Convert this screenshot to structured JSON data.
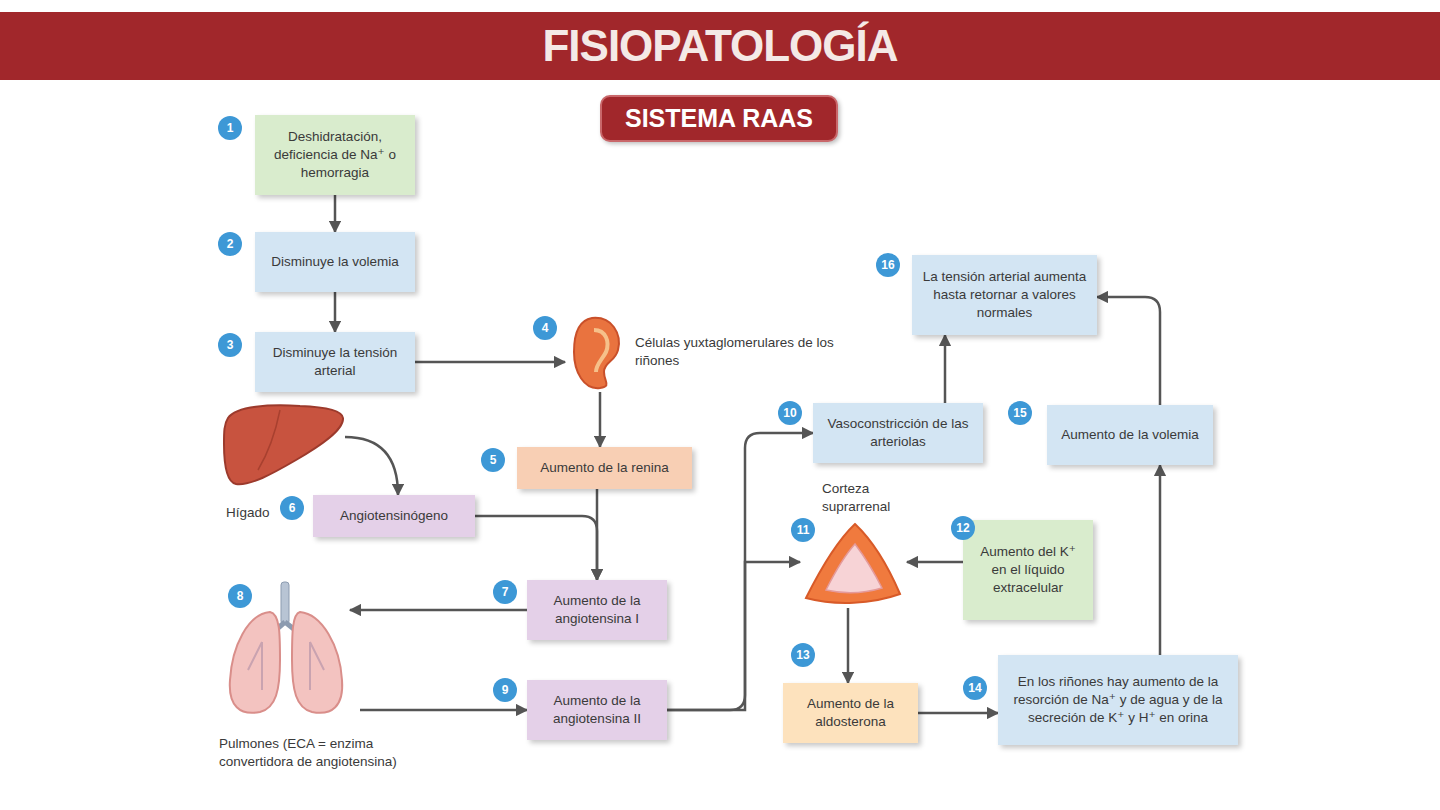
{
  "diagram": {
    "title": "FISIOPATOLOGÍA",
    "nodes": [
      {
        "text": [
          "SISTEMA RAAS"
        ]
      },
      {
        "text": [
          "Deshidratación, deficiencia de Na⁺ o hemorragia"
        ]
      },
      {
        "text": [
          "Disminuye la volemia"
        ]
      },
      {
        "text": [
          "Disminuye la tensión arterial"
        ]
      },
      {
        "text": [
          "Células yuxtaglomerulares de los riñones"
        ]
      },
      {
        "text": [
          "Aumento de la renina"
        ]
      },
      {
        "text": [
          "Hígado"
        ]
      },
      {
        "text": [
          "Angiotensinógeno"
        ]
      },
      {
        "text": [
          "Aumento de la angiotensina I"
        ]
      },
      {
        "text": [
          "Pulmones (ECA = enzima convertidora de angiotensina)"
        ]
      },
      {
        "text": [
          "Aumento de la angiotensina II"
        ]
      },
      {
        "text": [
          "La tensión arterial aumenta hasta retornar a valores normales"
        ]
      },
      {
        "text": [
          "Vasoconstricción de las arteriolas"
        ]
      },
      {
        "text": [
          "Aumento de la volemia"
        ]
      },
      {
        "text": [
          "Corteza suprarrenal"
        ]
      },
      {
        "text": [
          "Aumento del K⁺ en el líquido extracelular"
        ]
      },
      {
        "text": [
          "Aumento de la aldosterona"
        ]
      },
      {
        "text": [
          "En los riñones hay aumento de la resorción de Na⁺ y de agua y de la secreción de K⁺ y H⁺ en orina"
        ]
      }
    ],
    "edges": [
      {
        "from": 1,
        "to": 2,
        "arrow": "to"
      },
      {
        "from": 2,
        "to": 3,
        "arrow": "to"
      },
      {
        "from": 3,
        "to": 4,
        "arrow": "to"
      },
      {
        "from": 4,
        "to": 5,
        "arrow": "to"
      },
      {
        "from": 6,
        "to": 7,
        "arrow": "to"
      },
      {
        "from": 7,
        "to": 8,
        "arrow": "to"
      },
      {
        "from": 5,
        "to": 8,
        "arrow": "to"
      },
      {
        "from": 8,
        "to": 9,
        "arrow": "to"
      },
      {
        "from": 9,
        "to": 10,
        "arrow": "to"
      },
      {
        "from": 10,
        "to": 12,
        "arrow": "to"
      },
      {
        "from": 10,
        "to": 14,
        "arrow": "to"
      },
      {
        "from": 15,
        "to": 14,
        "arrow": "to"
      },
      {
        "from": 14,
        "to": 16,
        "arrow": "to"
      },
      {
        "from": 16,
        "to": 17,
        "arrow": "to"
      },
      {
        "from": 17,
        "to": 13,
        "arrow": "to"
      },
      {
        "from": 13,
        "to": 11,
        "arrow": "to"
      },
      {
        "from": 12,
        "to": 11,
        "arrow": "to"
      }
    ],
    "labels": [
      "1",
      "2",
      "3",
      "4",
      "5",
      "6",
      "7",
      "8",
      "9",
      "10",
      "11",
      "12",
      "13",
      "14",
      "15",
      "16"
    ]
  }
}
